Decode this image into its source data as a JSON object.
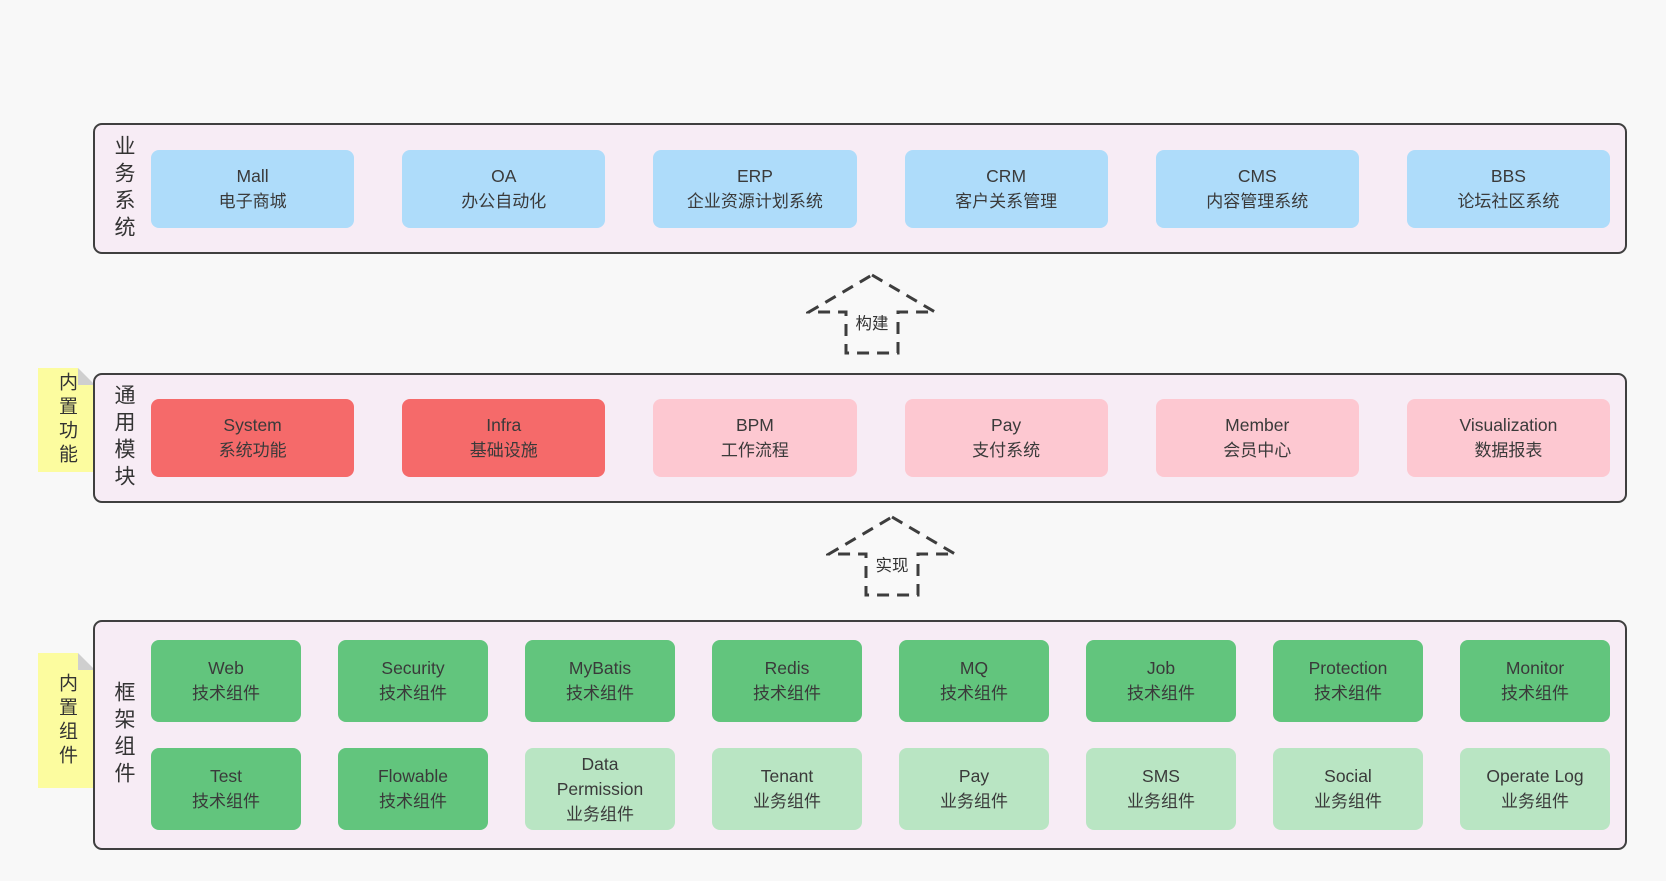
{
  "palette": {
    "page_bg": "#f8f8f8",
    "layer_bg": "#f7ecf5",
    "layer_border": "#3f3f3f",
    "blue_box": "#aedcfa",
    "red_box": "#f56a6a",
    "pink_box": "#fdc8d1",
    "green_box": "#62c57d",
    "light_green_box": "#b9e5c3",
    "note_bg": "#fcfc9f",
    "note_fold": "#cfcfcf",
    "text": "#3a3a3a"
  },
  "layers": [
    {
      "label": "业务系统",
      "boxes": [
        {
          "en": "Mall",
          "zh": "电子商城"
        },
        {
          "en": "OA",
          "zh": "办公自动化"
        },
        {
          "en": "ERP",
          "zh": "企业资源计划系统"
        },
        {
          "en": "CRM",
          "zh": "客户关系管理"
        },
        {
          "en": "CMS",
          "zh": "内容管理系统"
        },
        {
          "en": "BBS",
          "zh": "论坛社区系统"
        }
      ]
    },
    {
      "label": "通用模块",
      "note": "内置功能",
      "boxes": [
        {
          "en": "System",
          "zh": "系统功能"
        },
        {
          "en": "Infra",
          "zh": "基础设施"
        },
        {
          "en": "BPM",
          "zh": "工作流程"
        },
        {
          "en": "Pay",
          "zh": "支付系统"
        },
        {
          "en": "Member",
          "zh": "会员中心"
        },
        {
          "en": "Visualization",
          "zh": "数据报表"
        }
      ]
    },
    {
      "label": "框架组件",
      "note": "内置组件",
      "rows": [
        [
          {
            "en": "Web",
            "zh": "技术组件"
          },
          {
            "en": "Security",
            "zh": "技术组件"
          },
          {
            "en": "MyBatis",
            "zh": "技术组件"
          },
          {
            "en": "Redis",
            "zh": "技术组件"
          },
          {
            "en": "MQ",
            "zh": "技术组件"
          },
          {
            "en": "Job",
            "zh": "技术组件"
          },
          {
            "en": "Protection",
            "zh": "技术组件"
          },
          {
            "en": "Monitor",
            "zh": "技术组件"
          }
        ],
        [
          {
            "en": "Test",
            "zh": "技术组件"
          },
          {
            "en": "Flowable",
            "zh": "技术组件"
          },
          {
            "en": "Data Permission",
            "zh": "业务组件"
          },
          {
            "en": "Tenant",
            "zh": "业务组件"
          },
          {
            "en": "Pay",
            "zh": "业务组件"
          },
          {
            "en": "SMS",
            "zh": "业务组件"
          },
          {
            "en": "Social",
            "zh": "业务组件"
          },
          {
            "en": "Operate Log",
            "zh": "业务组件"
          }
        ]
      ]
    }
  ],
  "arrows": [
    {
      "label": "构建"
    },
    {
      "label": "实现"
    }
  ]
}
